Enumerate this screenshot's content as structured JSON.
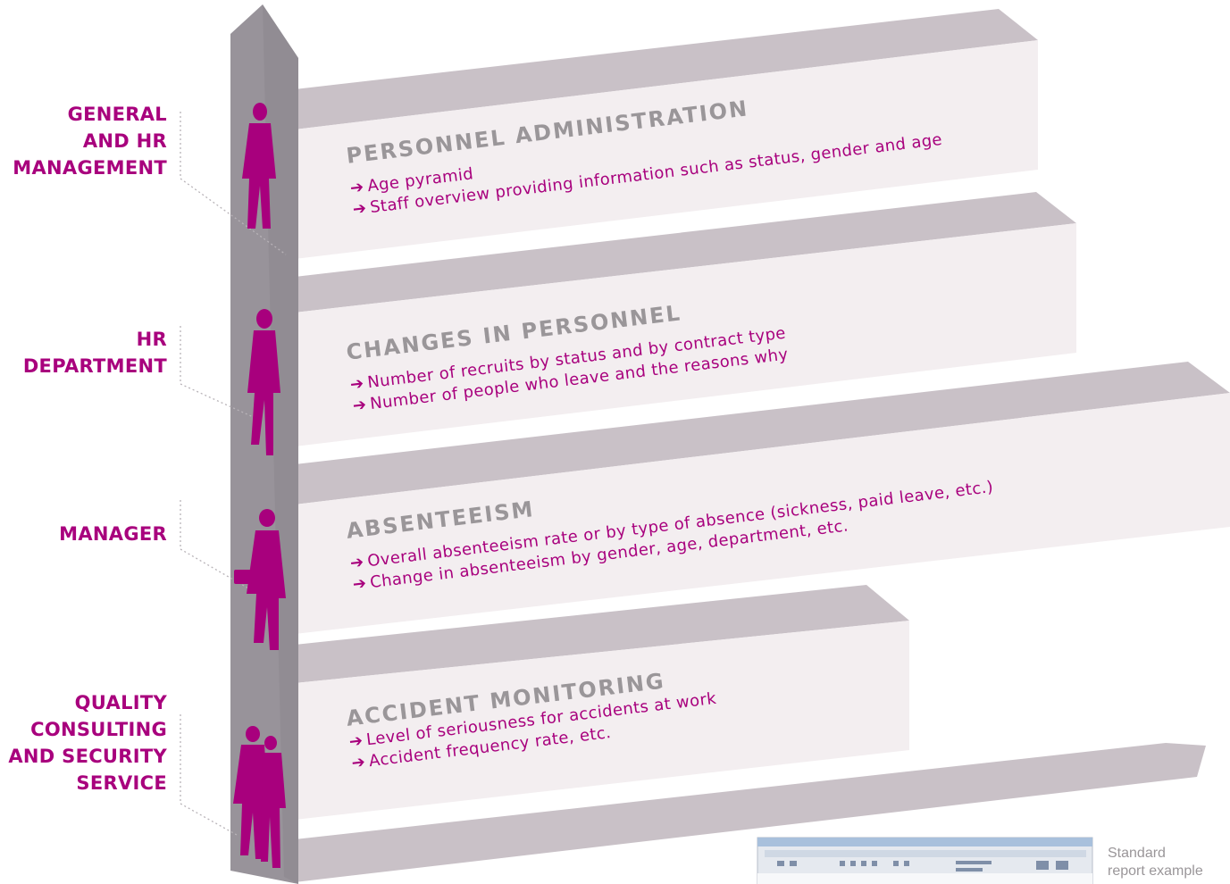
{
  "roles": [
    {
      "lines": [
        "GENERAL",
        "AND HR",
        "MANAGEMENT"
      ]
    },
    {
      "lines": [
        "HR",
        "DEPARTMENT"
      ]
    },
    {
      "lines": [
        "MANAGER"
      ]
    },
    {
      "lines": [
        "QUALITY",
        "CONSULTING",
        "AND SECURITY",
        "SERVICE"
      ]
    }
  ],
  "sections": [
    {
      "title": "PERSONNEL ADMINISTRATION",
      "items": [
        "Age pyramid",
        "Staff overview providing information such as status, gender and age"
      ]
    },
    {
      "title": "CHANGES IN PERSONNEL",
      "items": [
        "Number of recruits by status and by contract type",
        "Number of people who leave and the reasons why"
      ]
    },
    {
      "title": "ABSENTEEISM",
      "items": [
        "Overall absenteeism rate or by type of absence (sickness, paid leave, etc.)",
        "Change in absenteeism by gender, age, department, etc."
      ]
    },
    {
      "title": "ACCIDENT MONITORING",
      "items": [
        "Level of seriousness for accidents at work",
        "Accident frequency rate, etc."
      ]
    }
  ],
  "arrow_glyph": "➔",
  "caption": {
    "line1": "Standard",
    "line2": "report example"
  },
  "colors": {
    "accent": "#a8007d",
    "title_gray": "#9a9699",
    "slab_face": "#f3eef0",
    "slab_top": "#c9c1c7",
    "pillar": "#98939a"
  }
}
